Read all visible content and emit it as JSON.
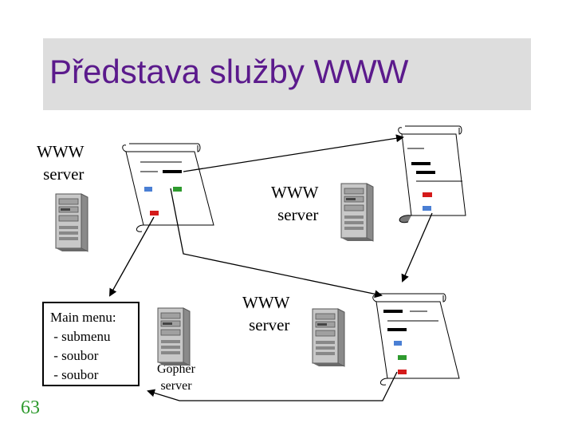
{
  "title": "Představa služby WWW",
  "labels": {
    "www_server_1": [
      "WWW",
      "server"
    ],
    "www_server_2": [
      "WWW",
      "server"
    ],
    "www_server_3": [
      "WWW",
      "server"
    ],
    "gopher_server": [
      "Gopher",
      "server"
    ]
  },
  "menu": {
    "heading": "Main menu:",
    "items": [
      " - submenu",
      " - soubor",
      " - soubor"
    ]
  },
  "page_number": "63",
  "colors": {
    "title": "#5b1a8c",
    "title_bar": "#dddddd",
    "link_blue": "#4a7fd4",
    "link_green": "#2e9a2e",
    "link_red": "#d41a1a",
    "page_number": "#2e9a2e"
  }
}
